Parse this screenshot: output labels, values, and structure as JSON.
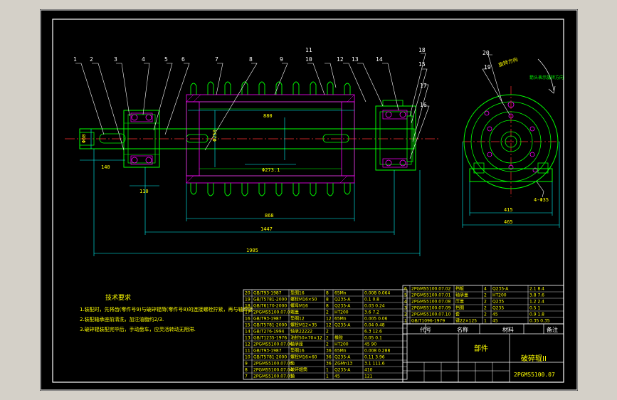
{
  "drawing": {
    "title_block": {
      "part_label": "部件",
      "assembly_name": "破碎辊II",
      "drawing_number": "2PGMS5100.07",
      "headers": {
        "code": "代号",
        "name": "名称",
        "material": "材料",
        "remark": "备注"
      }
    },
    "technical_requirements": {
      "heading": "技术要求",
      "lines": [
        "1.装配时，先将齿(零件号9)与破碎辊筒(零件号8)的连接螺栓拧紧，再与轴焊接.",
        "2.装配轴承座前清洗，加注油脂约2/3.",
        "3.破碎辊装配完毕后，手动盘车，应灵活转动无阻滞."
      ]
    },
    "part_callouts": [
      "1",
      "2",
      "3",
      "4",
      "5",
      "6",
      "7",
      "8",
      "9",
      "10",
      "11",
      "12",
      "13",
      "14",
      "15",
      "16",
      "17",
      "18",
      "19",
      "20"
    ],
    "dimensions": {
      "shaft_end_dia": "Φ60",
      "key_length": "140",
      "bearing_span": "110",
      "drum_inner": "880",
      "drum_bore": "Φ250",
      "drum_outer_len": "Φ273.1",
      "tooth_span": "868",
      "roll_span": "1447",
      "overall_len": "1905",
      "base_width": "415",
      "base_outer": "465",
      "bolt_holes": "4-Φ35"
    },
    "side_view_notes": {
      "rotation": "旋转方向",
      "arrow_label": "箭头表示旋转方向"
    },
    "bom_left": [
      {
        "no": "20",
        "code": "GB/T93-1987",
        "name": "垫圈16",
        "qty": "8",
        "material": "65Mn",
        "note": "0.008 0.064"
      },
      {
        "no": "19",
        "code": "GB/T5781-2000",
        "name": "螺栓M16×50",
        "qty": "8",
        "material": "Q235-A",
        "note": "0.1 0.8"
      },
      {
        "no": "18",
        "code": "GB/T6170-2000",
        "name": "螺母M16",
        "qty": "8",
        "material": "Q235-A",
        "note": "0.03 0.24"
      },
      {
        "no": "17",
        "code": "2PGMS5100.07.07",
        "name": "端盖",
        "qty": "2",
        "material": "HT200",
        "note": "3.6 7.2"
      },
      {
        "no": "16",
        "code": "GB/T93-1987",
        "name": "垫圈12",
        "qty": "12",
        "material": "65Mn",
        "note": "0.005 0.06"
      },
      {
        "no": "15",
        "code": "GB/T5781-2000",
        "name": "螺栓M12×35",
        "qty": "12",
        "material": "Q235-A",
        "note": "0.04 0.48"
      },
      {
        "no": "14",
        "code": "GB/T276-1994",
        "name": "轴承22222",
        "qty": "2",
        "material": "",
        "note": "6.3 12.6"
      },
      {
        "no": "13",
        "code": "GB/T1235-1976",
        "name": "油封50×70×12",
        "qty": "2",
        "material": "橡胶",
        "note": "0.05 0.1"
      },
      {
        "no": "12",
        "code": "2PGMS5100.07.06",
        "name": "轴承座",
        "qty": "2",
        "material": "HT200",
        "note": "45 90"
      },
      {
        "no": "11",
        "code": "GB/T93-1987",
        "name": "垫圈16",
        "qty": "36",
        "material": "65Mn",
        "note": "0.008 0.288"
      },
      {
        "no": "10",
        "code": "GB/T5781-2000",
        "name": "螺栓M16×60",
        "qty": "36",
        "material": "Q235-A",
        "note": "0.11 3.96"
      },
      {
        "no": "9",
        "code": "2PGMS5100.07.05",
        "name": "齿",
        "qty": "36",
        "material": "ZGMn13",
        "note": "3.1 111.6"
      },
      {
        "no": "8",
        "code": "2PGMS5100.07.04",
        "name": "破碎辊筒",
        "qty": "1",
        "material": "Q235-A",
        "note": "410"
      },
      {
        "no": "7",
        "code": "2PGMS5100.07.03",
        "name": "轴",
        "qty": "1",
        "material": "45",
        "note": "121"
      }
    ],
    "bom_right": [
      {
        "no": "6",
        "code": "2PGMS5100.07.02",
        "name": "挡板",
        "qty": "4",
        "material": "Q235-A",
        "note": "2.1 8.4"
      },
      {
        "no": "5",
        "code": "2PGMS5100.07.01",
        "name": "轴承盖",
        "qty": "2",
        "material": "HT200",
        "note": "3.8 7.6"
      },
      {
        "no": "4",
        "code": "2PGMS5100.07.08",
        "name": "压盖",
        "qty": "2",
        "material": "Q235",
        "note": "1.2 2.4"
      },
      {
        "no": "3",
        "code": "2PGMS5100.07.09",
        "name": "挡圈",
        "qty": "2",
        "material": "Q235",
        "note": "0.5 1"
      },
      {
        "no": "2",
        "code": "2PGMS5100.07.10",
        "name": "套",
        "qty": "2",
        "material": "45",
        "note": "0.9 1.8"
      },
      {
        "no": "1",
        "code": "GB/T1096-1979",
        "name": "键22×125",
        "qty": "1",
        "material": "45",
        "note": "0.35 0.35"
      }
    ],
    "colors": {
      "background": "#000000",
      "frame": "#ffffff",
      "geometry": "#00ff00",
      "section": "#ff00ff",
      "dimension": "#00ffff",
      "center": "#ff3030",
      "text": "#ffff00",
      "label": "#ffffff"
    }
  }
}
